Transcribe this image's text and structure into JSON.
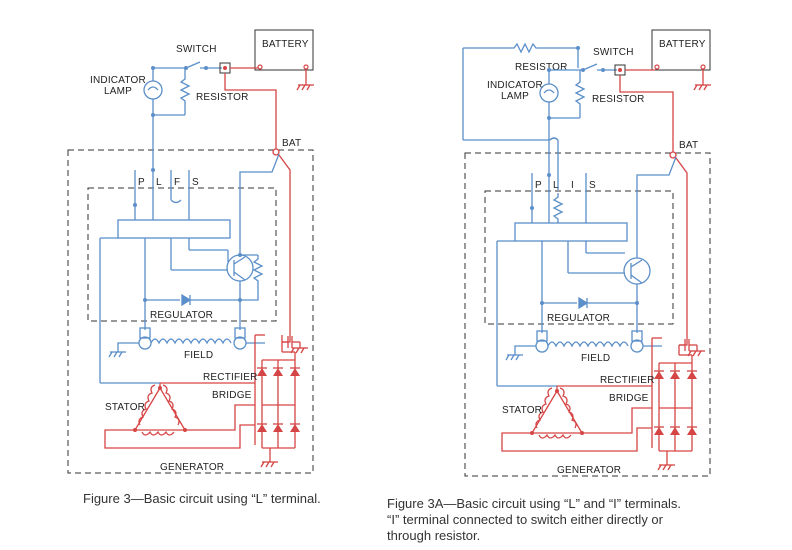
{
  "figures": [
    {
      "id": "fig3",
      "labels": {
        "switch": "SWITCH",
        "battery": "BATTERY",
        "indicator_lamp_1": "INDICATOR",
        "indicator_lamp_2": "LAMP",
        "resistor": "RESISTOR",
        "bat": "BAT",
        "regulator": "REGULATOR",
        "field": "FIELD",
        "rectifier": "RECTIFIER",
        "bridge": "BRIDGE",
        "stator": "STATOR",
        "generator": "GENERATOR",
        "terminals": [
          "P",
          "L",
          "F",
          "S"
        ]
      },
      "caption": "Figure 3—Basic circuit using “L” terminal."
    },
    {
      "id": "fig3a",
      "labels": {
        "switch": "SWITCH",
        "battery": "BATTERY",
        "indicator_lamp_1": "INDICATOR",
        "indicator_lamp_2": "LAMP",
        "resistor_top": "RESISTOR",
        "resistor": "RESISTOR",
        "bat": "BAT",
        "regulator": "REGULATOR",
        "field": "FIELD",
        "rectifier": "RECTIFIER",
        "bridge": "BRIDGE",
        "stator": "STATOR",
        "generator": "GENERATOR",
        "terminals": [
          "P",
          "L",
          "I",
          "S"
        ]
      },
      "caption_lines": [
        "Figure 3A—Basic circuit using “L” and “I” terminals.",
        "“I” terminal connected to switch either directly or",
        "through resistor."
      ]
    }
  ]
}
